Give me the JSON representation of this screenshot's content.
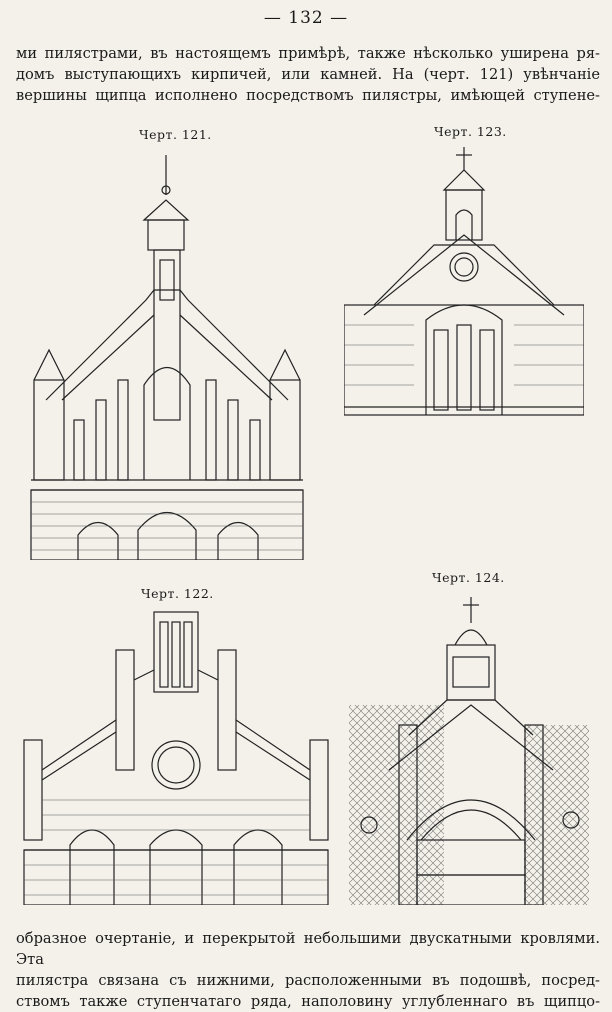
{
  "page": {
    "number": "— 132 —"
  },
  "text_top": [
    "ми пилястрами, въ настоящемъ примѣрѣ, также нѣсколько уширена ря-",
    "домъ выступающихъ кирпичей, или камней. На (черт. 121) увѣнчаніе",
    "вершины щипца исполнено посредствомъ пилястры, имѣющей ступене-"
  ],
  "figures": {
    "fig121": {
      "caption": "Черт. 121."
    },
    "fig122": {
      "caption": "Черт. 122."
    },
    "fig123": {
      "caption": "Черт. 123."
    },
    "fig124": {
      "caption": "Черт. 124."
    }
  },
  "text_bottom": [
    "образное очертаніе, и перекрытой небольшими двускатными кровлями. Эта",
    "пилястра связана съ нижними, расположенными въ подошвѣ, посред-",
    "ствомъ также ступенчатаго ряда, наполовину углубленнаго въ щипцо-"
  ]
}
